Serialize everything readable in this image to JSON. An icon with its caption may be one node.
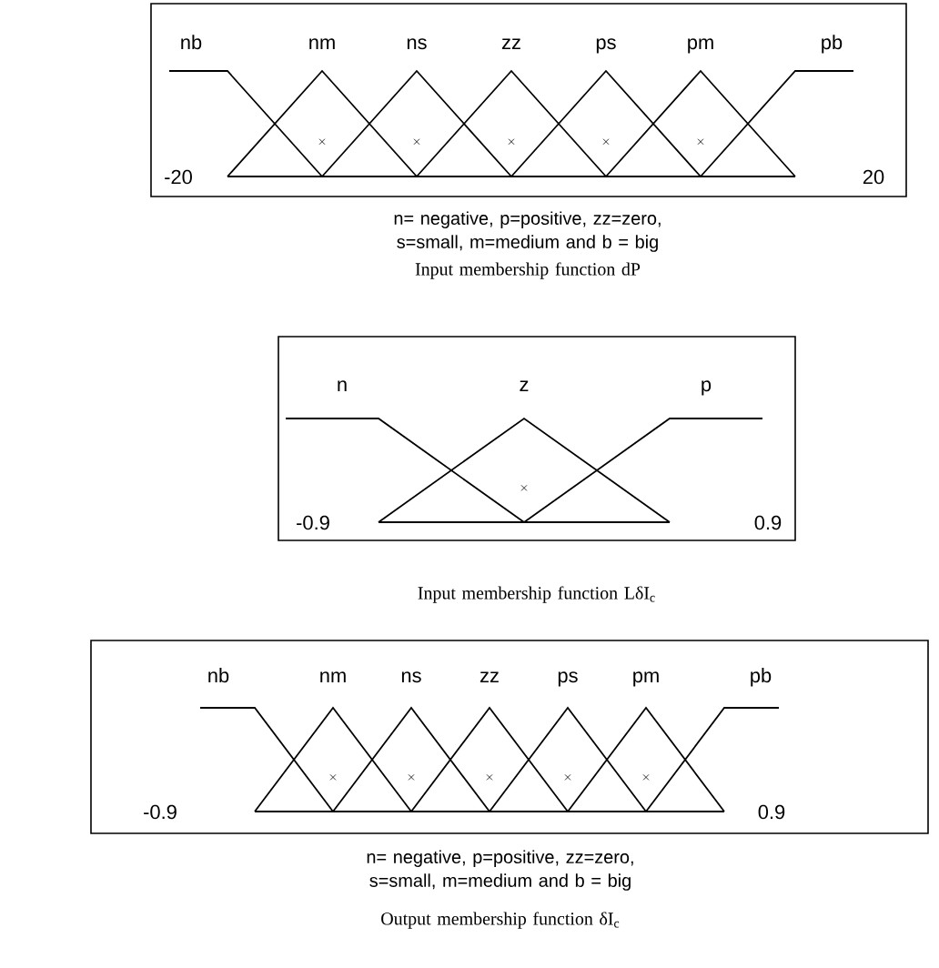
{
  "diagram": {
    "nodes": [
      {
        "text": [
          "nb",
          "nm",
          "ns",
          "zz",
          "ps",
          "pm",
          "pb",
          "-20",
          "20"
        ]
      },
      {
        "text": [
          "n",
          "z",
          "p",
          "-0.9",
          "0.9"
        ]
      },
      {
        "text": [
          "nb",
          "nm",
          "ns",
          "zz",
          "ps",
          "pm",
          "pb",
          "-0.9",
          "0.9"
        ]
      }
    ],
    "labels": [
      "n= negative, p=positive, zz=zero, s=small, m=medium and b = big",
      "Input membership function dP",
      "Input membership function LδI$_{c}$",
      "n= negative, p=positive, zz=zero, s=small, m=medium and b = big",
      "Output membership function δI$_{c}$"
    ]
  }
}
